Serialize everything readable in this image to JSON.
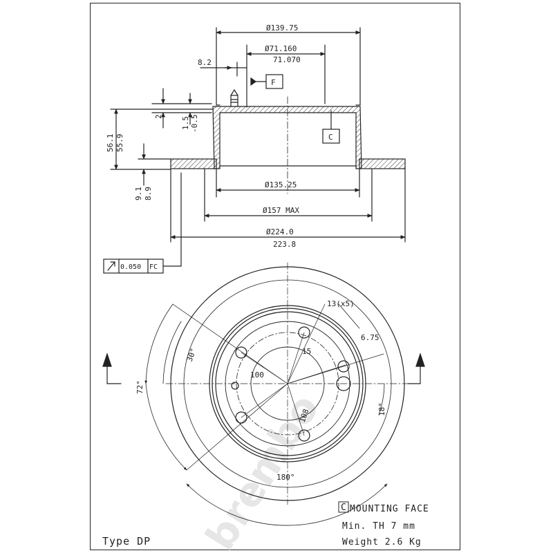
{
  "watermark": "brembo",
  "side_view": {
    "dia_outer_hat": "Ø139.75",
    "dia_center_1": "Ø71.160",
    "dia_center_2": "71.070",
    "offset": "8.2",
    "datum_f": "F",
    "datum_c": "C",
    "height_small": "2",
    "tol_1": "1.5",
    "tol_2": "-0.5",
    "height_1": "56.1",
    "height_2": "55.9",
    "thick_1": "9.1",
    "thick_2": "8.9",
    "dia_inner": "Ø135.25",
    "dia_max": "Ø157 MAX",
    "dia_disc_1": "Ø224.0",
    "dia_disc_2": "223.8",
    "tolerance_value": "0.050",
    "tolerance_ref": "FC"
  },
  "front_view": {
    "holes": "13(x5)",
    "d_675": "6.75",
    "d_15": "15",
    "d_100": "100",
    "d_108": "108",
    "angle_30": "30°",
    "angle_72": "72°",
    "angle_18": "18°",
    "angle_180": "180°"
  },
  "legend": {
    "mounting_face_key": "C",
    "mounting_face": "MOUNTING FACE",
    "min_th": "Min. TH 7 mm",
    "weight": "Weight  2.6 Kg"
  },
  "type_label": "Type DP"
}
